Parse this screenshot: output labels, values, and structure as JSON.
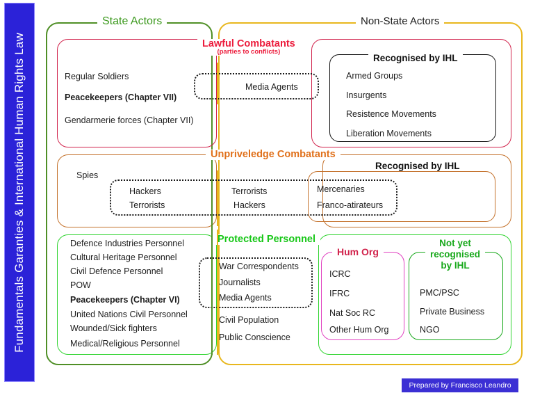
{
  "banner": {
    "text": "Fundamentals Garanties & International Human Rights Law",
    "bg": "#2b22d8"
  },
  "credit": {
    "text": "Prepared by Francisco Leandro",
    "bg": "#3b2fd4"
  },
  "colors": {
    "state_green": "#4f8f26",
    "nonstate_yellow": "#e8b71d",
    "lawful_crimson": "#d1224b",
    "unpriv_orange": "#c4722c",
    "protected_green": "#2fd42f",
    "black": "#111111",
    "hum_org_magenta": "#e040c0",
    "hum_org_label": "#d1224b",
    "notyet_green": "#17a81a",
    "title_green": "#3d9a1f"
  },
  "columns": {
    "state_actors": {
      "label": "State Actors"
    },
    "non_state_actors": {
      "label": "Non-State Actors"
    }
  },
  "rows": {
    "lawful": {
      "label": "Lawful Combatants",
      "sublabel": "(parties to conflicts)",
      "state_items": [
        "Regular Soldiers",
        "Peacekeepers (Chapter VII)",
        "Gendarmerie forces (Chapter VII)"
      ],
      "state_bold_index": 1,
      "shared_box": {
        "items": [
          "Media Agents"
        ]
      },
      "recognised": {
        "label": "Recognised by IHL",
        "items": [
          "Armed Groups",
          "Insurgents",
          "Resistence Movements",
          "Liberation Movements"
        ]
      }
    },
    "unprivileged": {
      "label": "Unpriveledge Combatants",
      "state_items": [
        "Spies"
      ],
      "shared_box": {
        "left_items": [
          "Hackers",
          "Terrorists"
        ],
        "right_items": [
          "Terrorists",
          "Hackers"
        ]
      },
      "recognised": {
        "label": "Recognised by IHL",
        "inner_items": [
          "Mercenaries",
          "Franco-atirateurs"
        ]
      }
    },
    "protected": {
      "label": "Protected Personnel",
      "state_items": [
        "Defence Industries Personnel",
        "Cultural Heritage  Personnel",
        "Civil Defence Personnel",
        "POW",
        "Peacekeepers (Chapter VI)",
        "United Nations Civil Personnel",
        "Wounded/Sick fighters",
        "Medical/Religious Personnel"
      ],
      "state_bold_index": 4,
      "shared_box": {
        "items": [
          "War Correspondents",
          "Journalists",
          "Media Agents"
        ]
      },
      "shared_below": [
        "Civil Population",
        "Public Conscience"
      ],
      "hum_org": {
        "label": "Hum Org",
        "items": [
          "ICRC",
          "IFRC",
          "Nat Soc RC",
          "Other Hum Org"
        ]
      },
      "not_yet": {
        "label_line1": "Not yet",
        "label_line2": "recognised",
        "label_line3": "by IHL",
        "items": [
          "PMC/PSC",
          "Private Business",
          "NGO"
        ]
      }
    }
  }
}
